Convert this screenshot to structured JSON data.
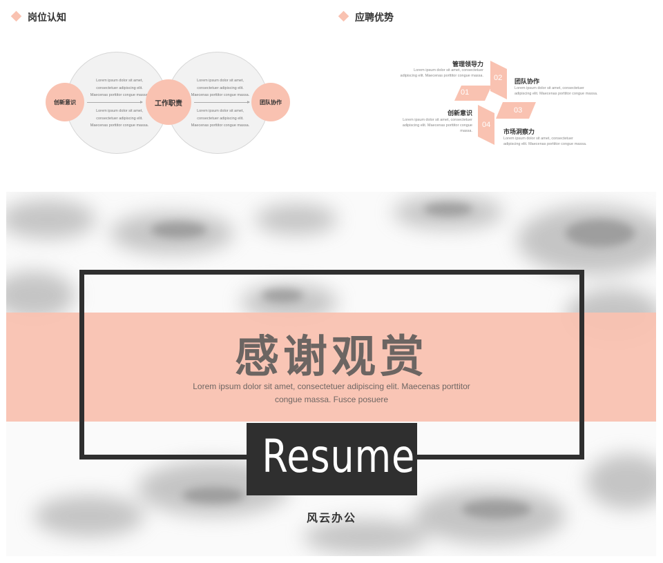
{
  "slide_role": {
    "title": "岗位认知",
    "left_label": "创新意识",
    "center_label": "工作职责",
    "right_label": "团队协作",
    "lorem_lines": "Lorem ipsum dolor sit amet,\nconsectetuer adipiscing elit.\nMaecenas porttitor congue massa."
  },
  "slide_advantages": {
    "title": "应聘优势",
    "items": [
      {
        "number": "01",
        "label": "管理领导力",
        "desc": "Lorem ipsum dolor sit amet, consectetuer\nadipiscing elit. Maecenas porttitor congue massa."
      },
      {
        "number": "02",
        "label": "团队协作",
        "desc": "Lorem ipsum dolor sit amet, consectetuer\nadipiscing elit. Maecenas porttitor congue massa."
      },
      {
        "number": "03",
        "label": "市场洞察力",
        "desc": "Lorem ipsum dolor sit amet, consectetuer\nadipiscing elit. Maecenas porttitor congue massa."
      },
      {
        "number": "04",
        "label": "创新意识",
        "desc": "Lorem ipsum dolor sit amet, consectetuer\nadipiscing elit. Maecenas porttitor congue\nmassa."
      }
    ]
  },
  "slide_thanks": {
    "title": "感谢观赏",
    "subtitle_line1": "Lorem ipsum dolor sit amet, consectetuer adipiscing elit. Maecenas porttitor",
    "subtitle_line2": "congue massa. Fusce posuere",
    "resume": "Resume",
    "company": "风云办公"
  },
  "colors": {
    "accent": "#f9c2b1",
    "dark": "#2f2f2f",
    "text_muted": "#6e6663"
  }
}
